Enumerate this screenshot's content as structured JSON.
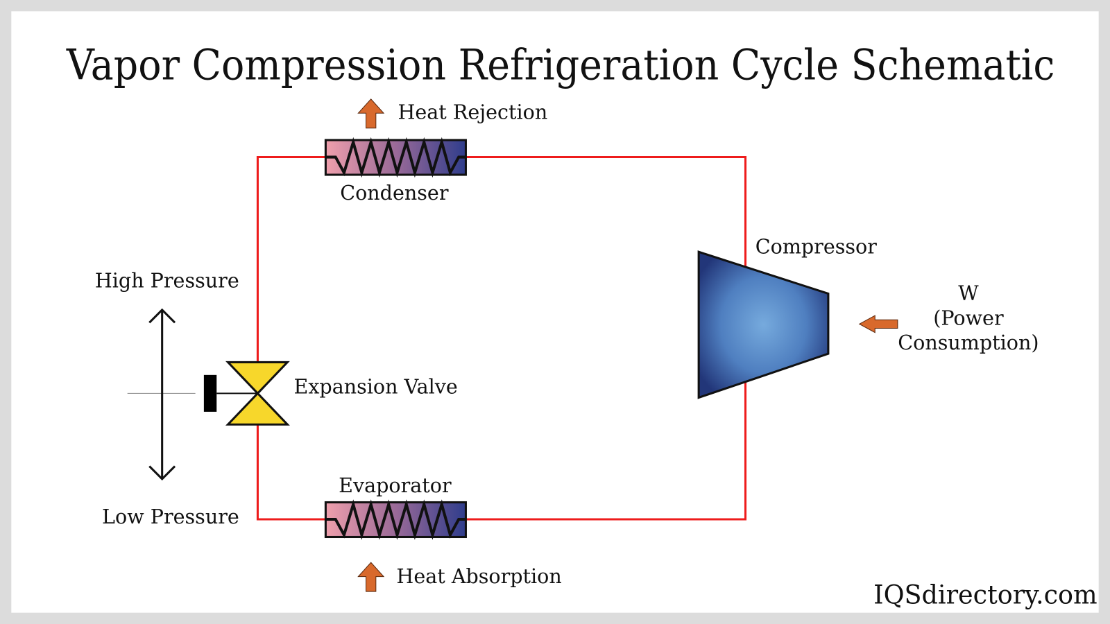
{
  "title": "Vapor Compression Refrigeration Cycle Schematic",
  "labels": {
    "heat_rejection": "Heat Rejection",
    "condenser": "Condenser",
    "compressor": "Compressor",
    "power_w": "W",
    "power_line1": "(Power",
    "power_line2": "Consumption)",
    "high_pressure": "High Pressure",
    "low_pressure": "Low Pressure",
    "expansion_valve": "Expansion Valve",
    "evaporator": "Evaporator",
    "heat_absorption": "Heat Absorption"
  },
  "brand": "IQSdirectory.com",
  "colors": {
    "pipe": "#ee1c1c",
    "arrow_fill": "#d8692c",
    "valve_fill": "#f7d72b",
    "coil_start": "#ee9aa8",
    "coil_end": "#2e3f8f",
    "compressor_dark": "#26397d",
    "compressor_light": "#74a8dc",
    "frame": "#dcdcdc"
  }
}
